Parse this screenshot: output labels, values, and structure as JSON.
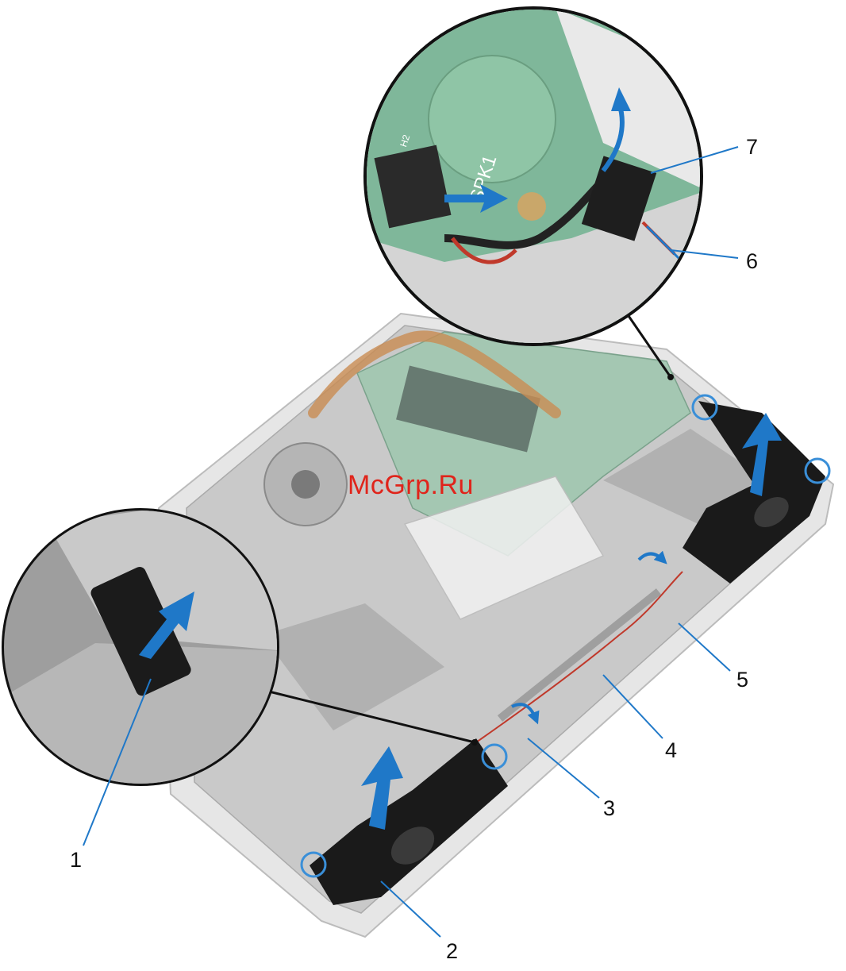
{
  "watermark": "McGrp.Ru",
  "board_label": "SPK1",
  "board_label_small": "H2",
  "callouts": {
    "c1": "1",
    "c2": "2",
    "c3": "3",
    "c4": "4",
    "c5": "5",
    "c6": "6",
    "c7": "7"
  },
  "colors": {
    "arrow": "#1f78c8",
    "circle_highlight": "#3a8fd8",
    "speaker": "#1a1a1a",
    "chassis": "#d9d9d9",
    "board": "#7fb79a",
    "watermark": "#e0241b"
  }
}
